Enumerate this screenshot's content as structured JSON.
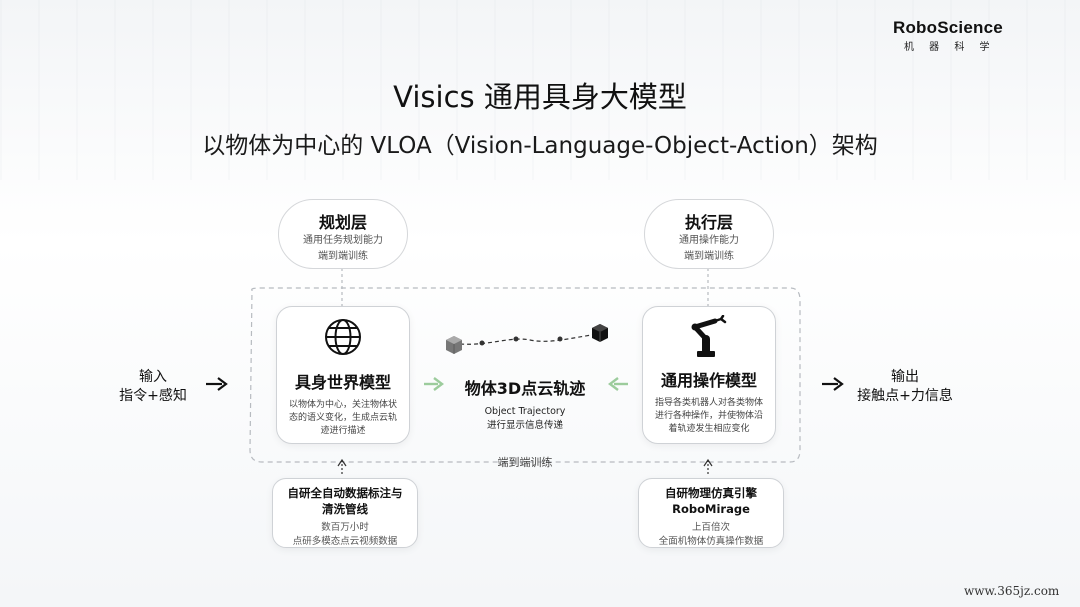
{
  "brand": {
    "name": "RoboScience",
    "sub": "机 器 科 学"
  },
  "title": "Visics 通用具身大模型",
  "subtitle": "以物体为中心的 VLOA（Vision-Language-Object-Action）架构",
  "planning": {
    "title": "规划层",
    "line1": "通用任务规划能力",
    "line2": "端到端训练"
  },
  "execution": {
    "title": "执行层",
    "line1": "通用操作能力",
    "line2": "端到端训练"
  },
  "input": {
    "line1": "输入",
    "line2": "指令+感知"
  },
  "output": {
    "line1": "输出",
    "line2": "接触点+力信息"
  },
  "world_model": {
    "title": "具身世界模型",
    "desc": "以物体为中心，关注物体状态的语义变化，生成点云轨迹进行描述",
    "icon": "globe-icon"
  },
  "trajectory": {
    "title": "物体3D点云轨迹",
    "en": "Object Trajectory",
    "desc": "进行显示信息传递",
    "e2e": "端到端训练"
  },
  "manipulation": {
    "title": "通用操作模型",
    "desc": "指导各类机器人对各类物体进行各种操作，并使物体沿着轨迹发生相应变化",
    "icon": "robot-arm-icon"
  },
  "data_pipeline": {
    "title1": "自研全自动数据标注与",
    "title2": "清洗管线",
    "line1": "数百万小时",
    "line2": "点研多模态点云视频数据"
  },
  "sim_engine": {
    "title1": "自研物理仿真引擎",
    "title2": "RoboMirage",
    "line1": "上百倍次",
    "line2": "全面机物体仿真操作数据"
  },
  "watermark": "www.365jz.com",
  "colors": {
    "arrow_green": "#9ccc9c",
    "border": "#cfd2d6"
  }
}
